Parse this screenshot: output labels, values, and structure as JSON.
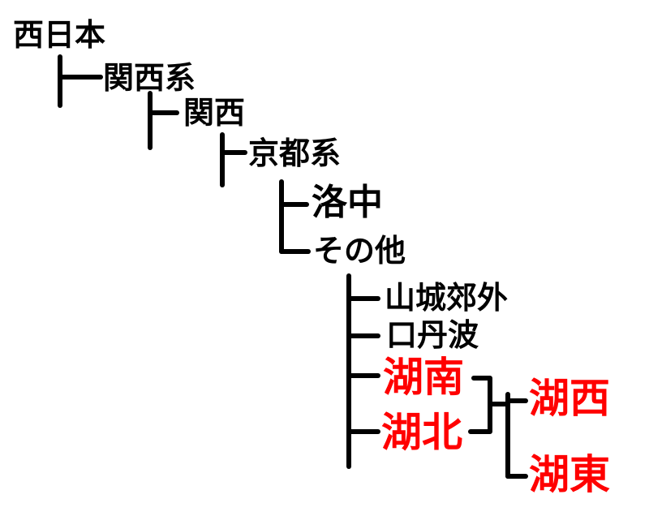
{
  "colors": {
    "line": "#000000",
    "text": "#000000",
    "highlight": "#ff0000"
  },
  "nodes": {
    "nishi_nihon": "西日本",
    "kansai_kei": "関西系",
    "kansai": "関西",
    "kyoto_kei": "京都系",
    "rakuchu": "洛中",
    "sonota": "その他",
    "yamashiro_kougai": "山城郊外",
    "kuchi_tanba": "口丹波",
    "konan": "湖南",
    "kohoku": "湖北",
    "kosai": "湖西",
    "koto": "湖東"
  },
  "highlighted": [
    "konan",
    "kohoku",
    "kosai",
    "koto"
  ]
}
